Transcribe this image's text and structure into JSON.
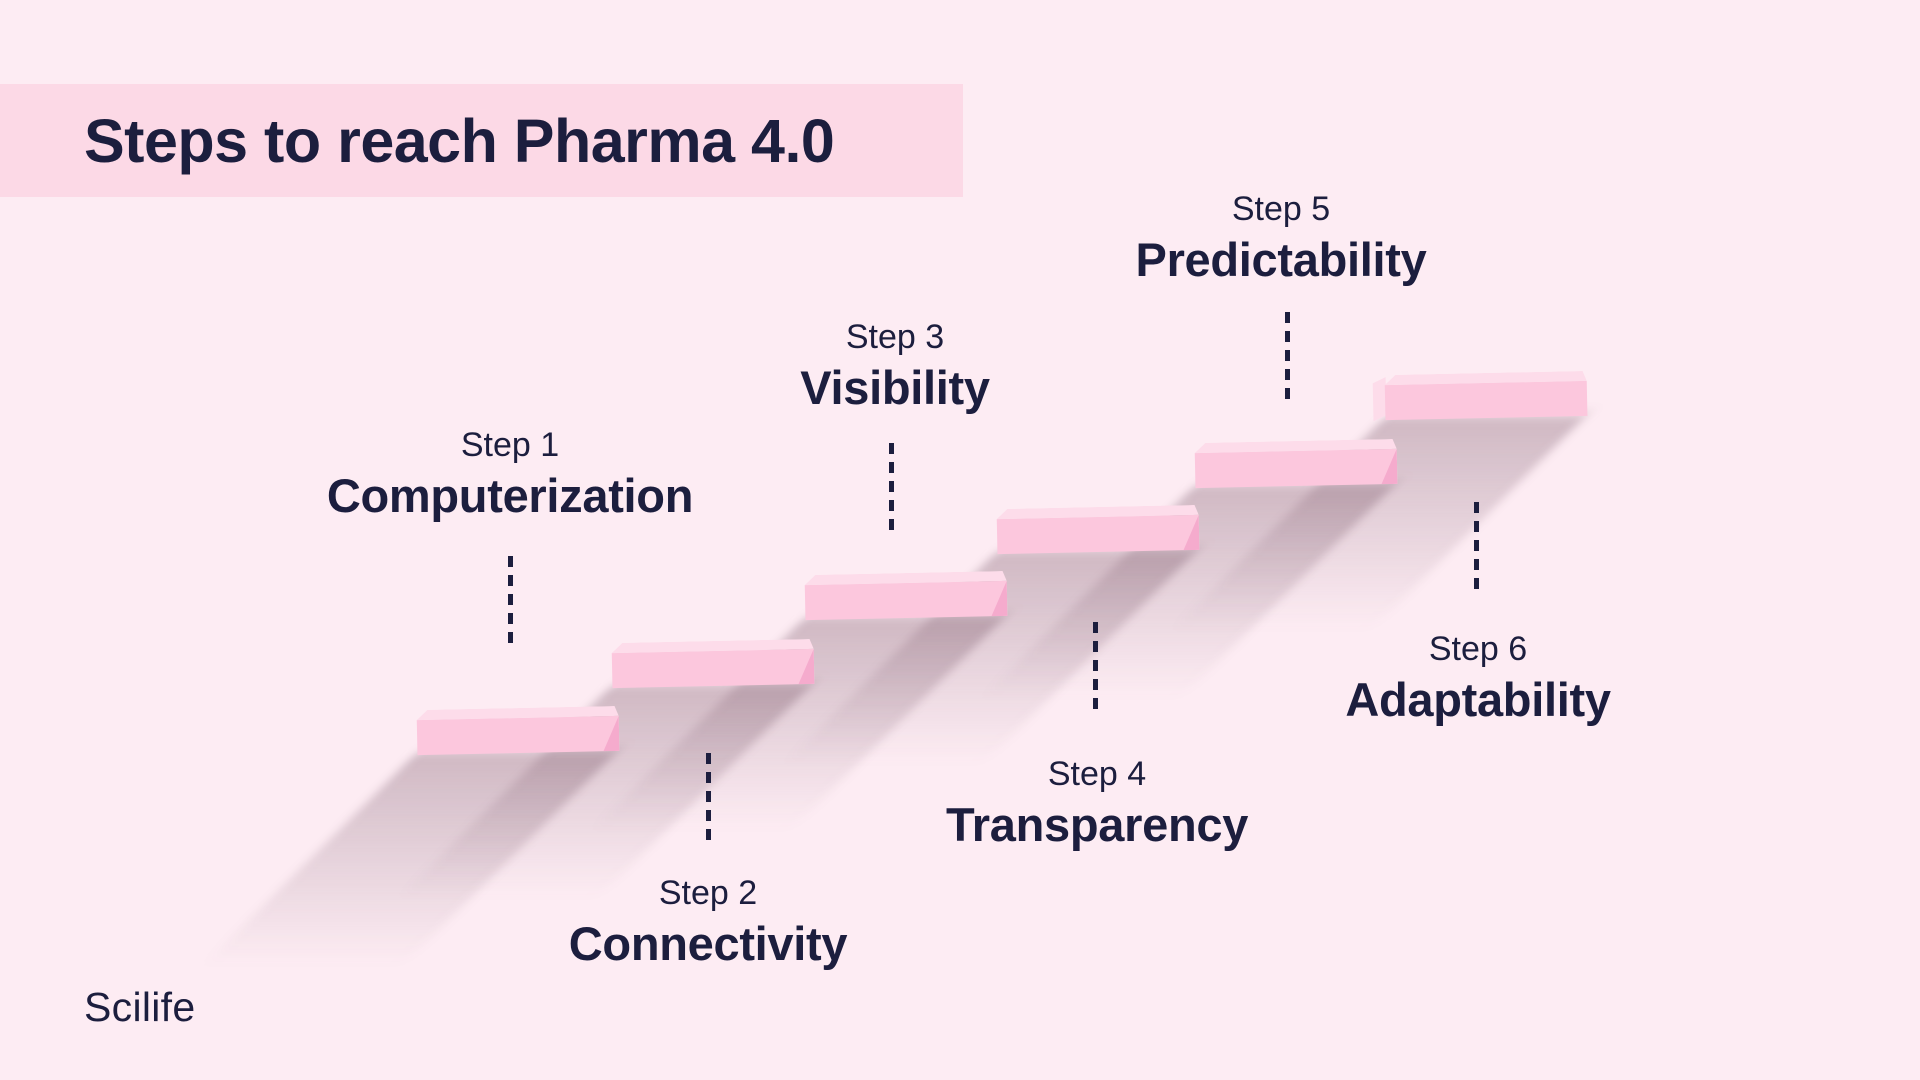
{
  "title": "Steps to reach Pharma 4.0",
  "brand": {
    "logo_text": "Scilife"
  },
  "colors": {
    "background": "#fdecf3",
    "title_band": "#fcd9e6",
    "text": "#1c1e3e",
    "bar_front": "#fcc7dd",
    "bar_top": "#fddcea",
    "bar_side": "#f5abcd",
    "shadow": "rgba(99,63,82,0.30)"
  },
  "steps": [
    {
      "label": "Step 1",
      "name": "Computerization",
      "label_position": "above"
    },
    {
      "label": "Step 2",
      "name": "Connectivity",
      "label_position": "below"
    },
    {
      "label": "Step 3",
      "name": "Visibility",
      "label_position": "above"
    },
    {
      "label": "Step 4",
      "name": "Transparency",
      "label_position": "below"
    },
    {
      "label": "Step 5",
      "name": "Predictability",
      "label_position": "above"
    },
    {
      "label": "Step 6",
      "name": "Adaptability",
      "label_position": "below"
    }
  ]
}
